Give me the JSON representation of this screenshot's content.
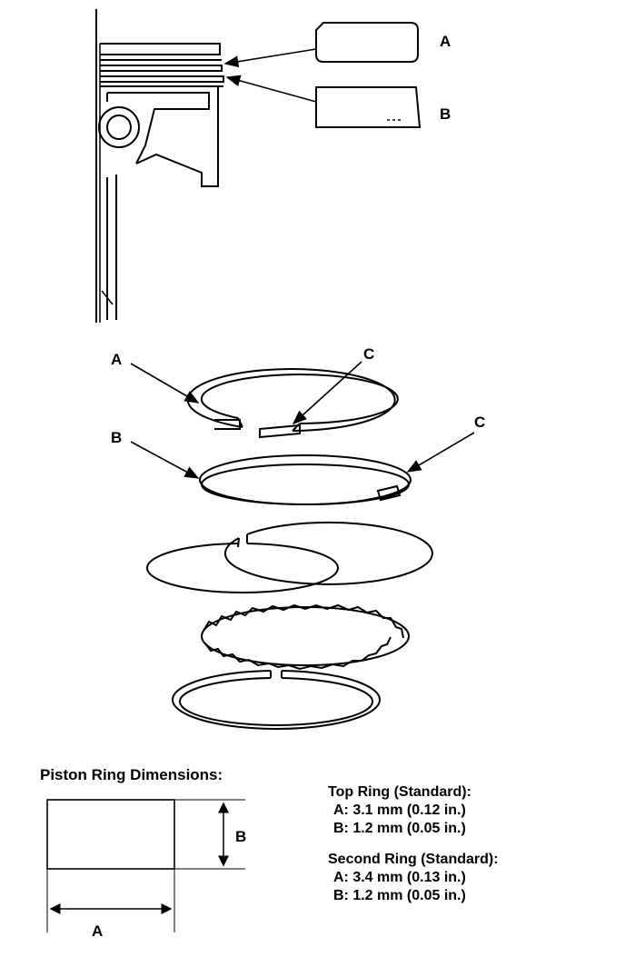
{
  "top_diagram": {
    "label_a": "A",
    "label_b": "B"
  },
  "rings_diagram": {
    "label_a": "A",
    "label_b": "B",
    "label_c1": "C",
    "label_c2": "C"
  },
  "dimensions": {
    "title": "Piston Ring Dimensions:",
    "dim_label_a": "A",
    "dim_label_b": "B",
    "top_ring": {
      "heading": "Top Ring (Standard):",
      "a": "A: 3.1 mm (0.12 in.)",
      "b": "B: 1.2 mm (0.05 in.)"
    },
    "second_ring": {
      "heading": "Second Ring (Standard):",
      "a": "A: 3.4 mm (0.13 in.)",
      "b": "B: 1.2 mm (0.05 in.)"
    }
  }
}
